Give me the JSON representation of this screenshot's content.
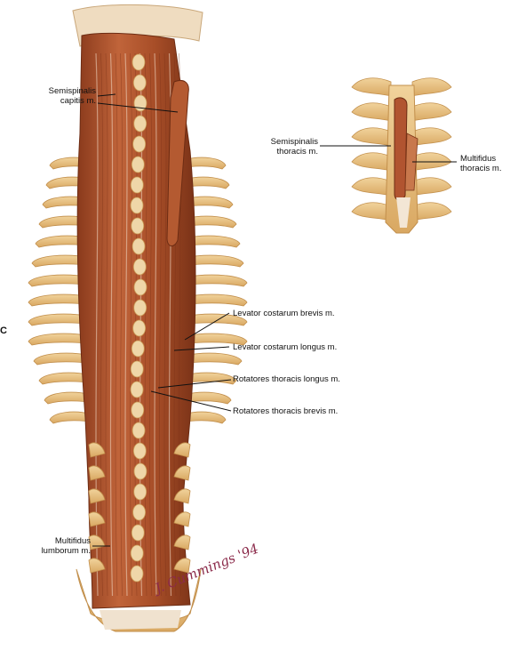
{
  "panel_letter": "C",
  "labels": {
    "semispinalis_capitis": {
      "line1": "Semispinalis",
      "line2": "capitis m."
    },
    "semispinalis_thoracis": {
      "line1": "Semispinalis",
      "line2": "thoracis m."
    },
    "multifidus_thoracis": {
      "line1": "Multifidus",
      "line2": "thoracis m."
    },
    "levator_costarum_brevis": "Levator costarum brevis m.",
    "levator_costarum_longus": "Levator costarum longus m.",
    "rotatores_thoracis_longus": "Rotatores thoracis longus m.",
    "rotatores_thoracis_brevis": "Rotatores thoracis brevis m.",
    "multifidus_lumborum": {
      "line1": "Multifidus",
      "line2": "lumborum m."
    }
  },
  "signature": "J. Cummings '94",
  "colors": {
    "muscle": "#b4552e",
    "muscle_dark": "#7e3419",
    "tendon": "#f2e4d2",
    "bone": "#e8c48a",
    "bone_shadow": "#c99a55",
    "leader": "#111111"
  }
}
